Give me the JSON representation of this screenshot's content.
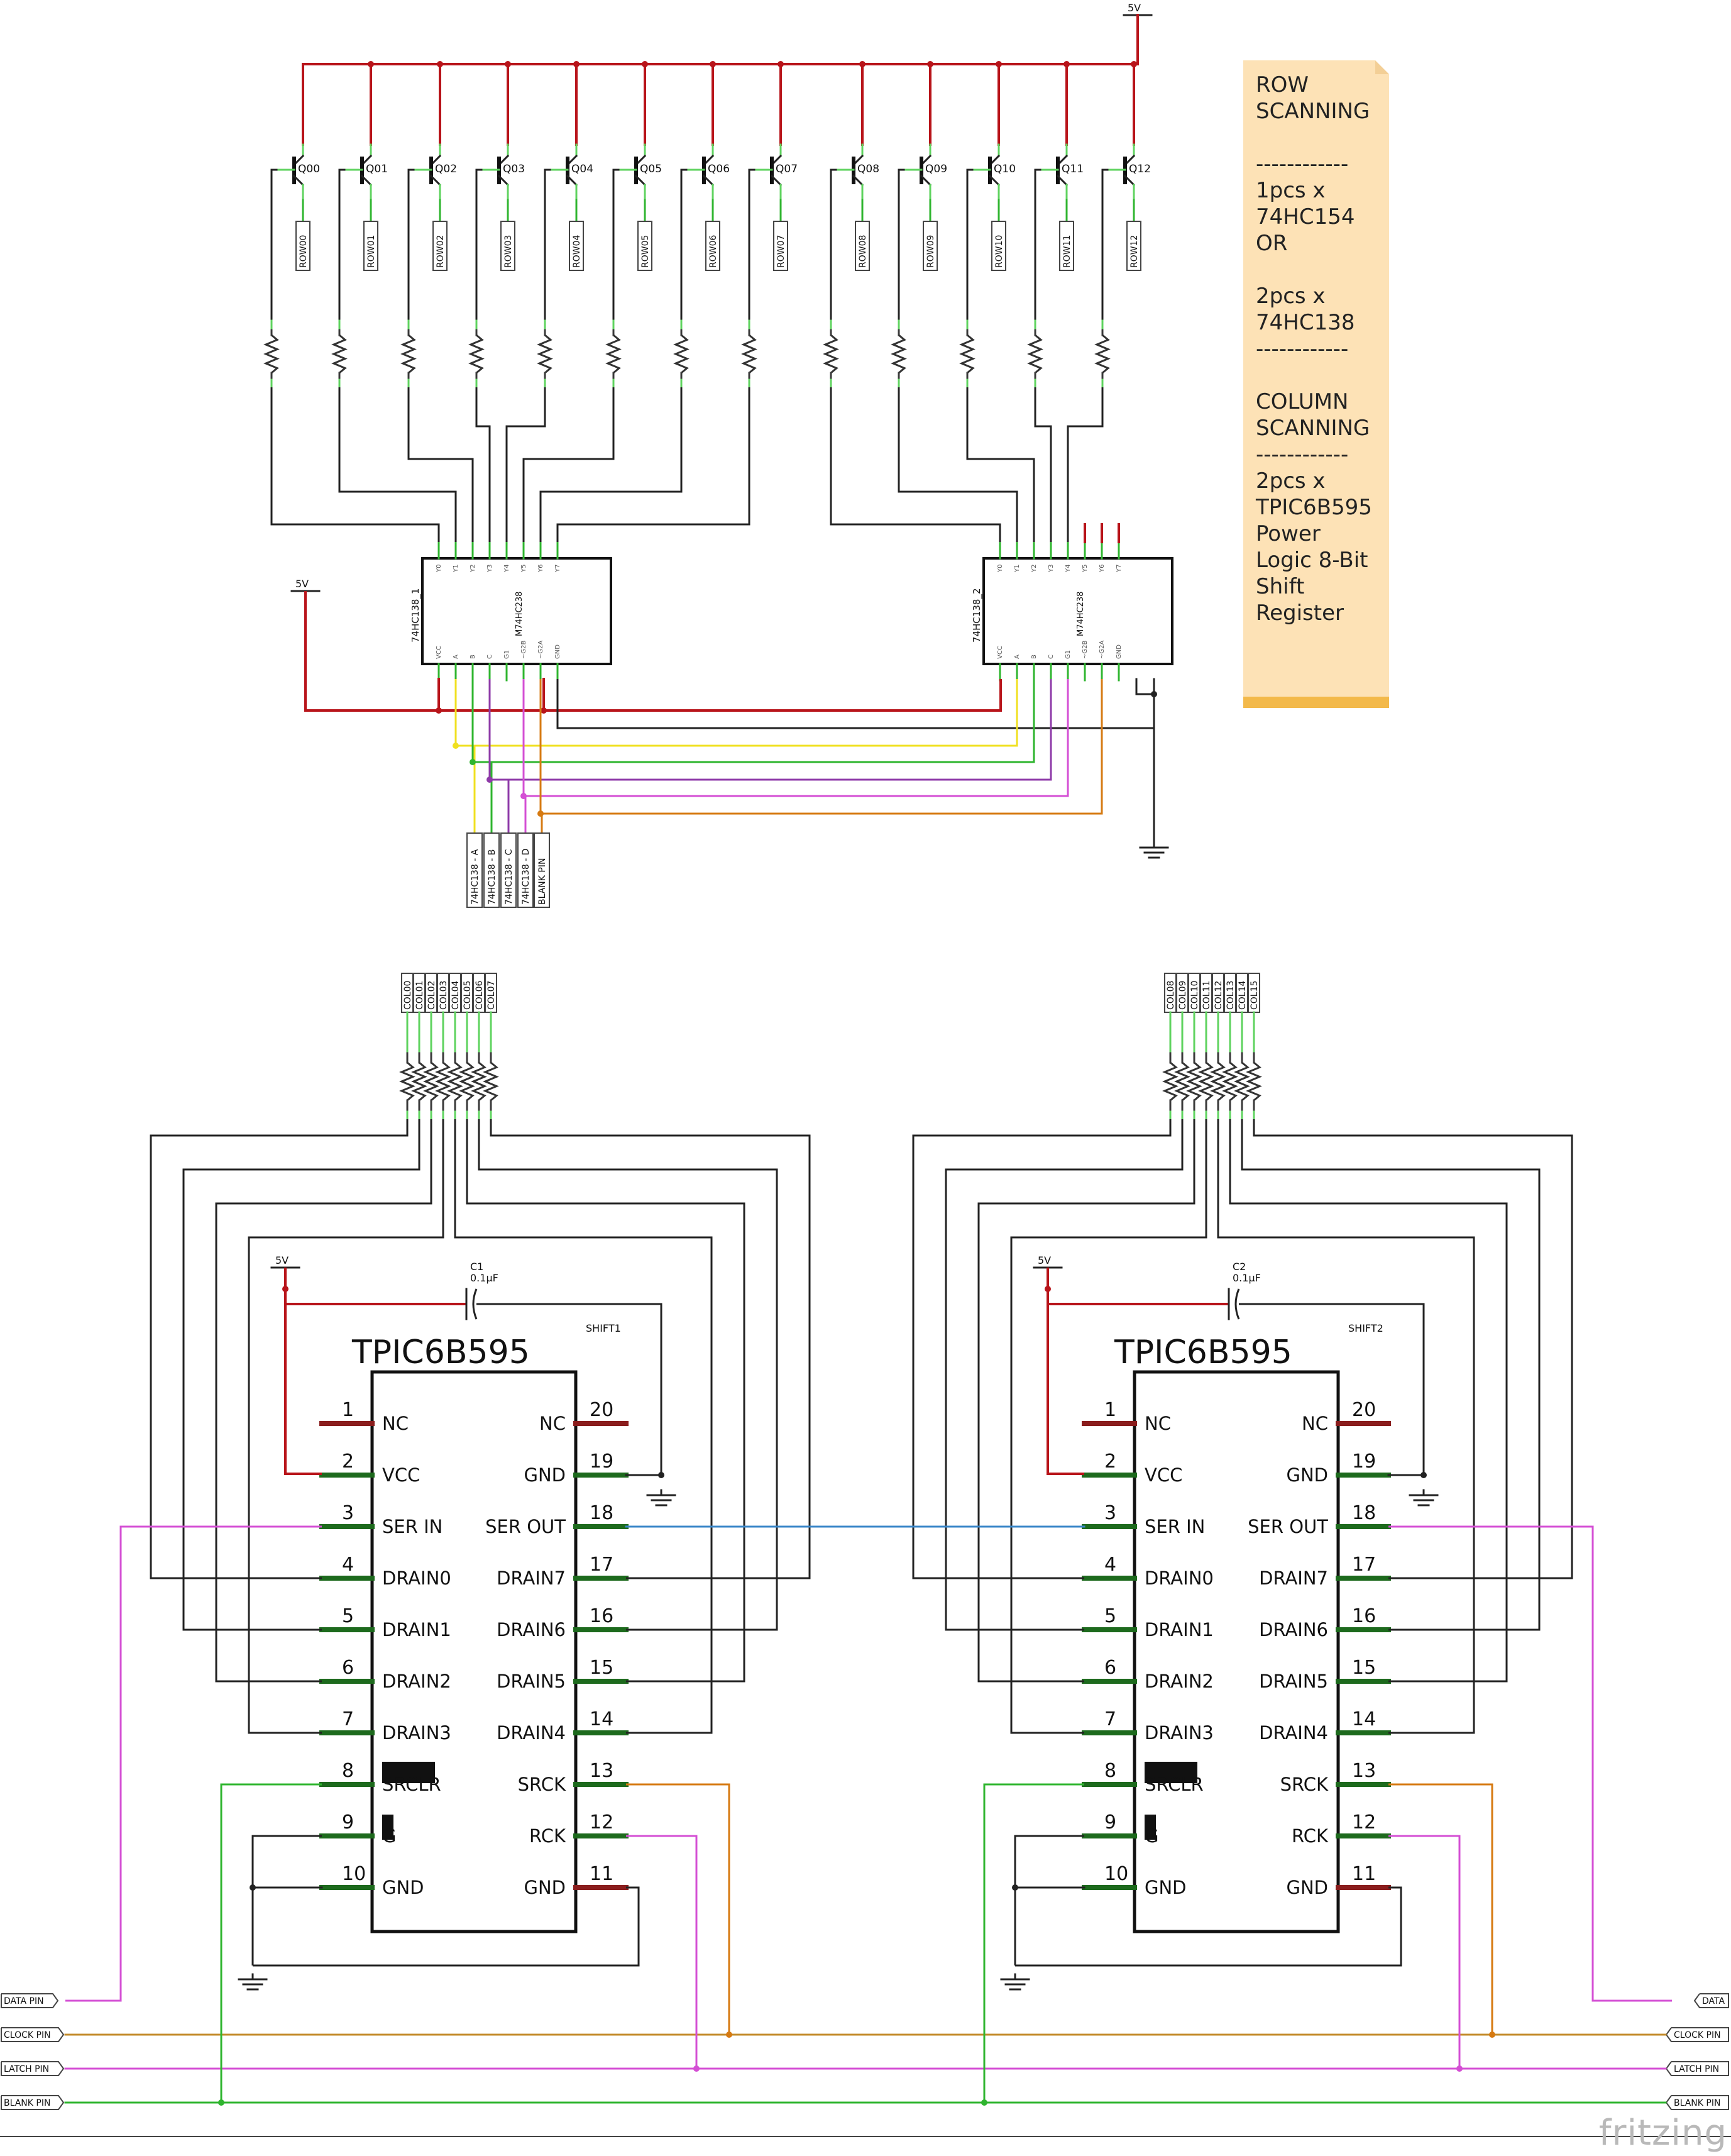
{
  "supply_label": "5V",
  "transistors": [
    "Q00",
    "Q01",
    "Q02",
    "Q03",
    "Q04",
    "Q05",
    "Q06",
    "Q07",
    "Q08",
    "Q09",
    "Q10",
    "Q11",
    "Q12"
  ],
  "rows": [
    "ROW00",
    "ROW01",
    "ROW02",
    "ROW03",
    "ROW04",
    "ROW05",
    "ROW06",
    "ROW07",
    "ROW08",
    "ROW09",
    "ROW10",
    "ROW11",
    "ROW12"
  ],
  "decoders": [
    {
      "ref": "74HC138_1",
      "part": "M74HC238",
      "top_pins": [
        "Y0",
        "Y1",
        "Y2",
        "Y3",
        "Y4",
        "Y5",
        "Y6",
        "Y7"
      ],
      "bottom_pins": [
        "VCC",
        "A",
        "B",
        "C",
        "G1",
        "~G2B",
        "~G2A",
        "GND"
      ]
    },
    {
      "ref": "74HC138_2",
      "part": "M74HC238",
      "top_pins": [
        "Y0",
        "Y1",
        "Y2",
        "Y3",
        "Y4",
        "Y5",
        "Y6",
        "Y7"
      ],
      "bottom_pins": [
        "VCC",
        "A",
        "B",
        "C",
        "G1",
        "~G2B",
        "~G2A",
        "GND"
      ]
    }
  ],
  "decoder_inputs": [
    "74HC138 - A",
    "74HC138 - B",
    "74HC138 - C",
    "74HC138 - D",
    "BLANK PIN"
  ],
  "note_lines": [
    "ROW",
    "SCANNING",
    "",
    "------------",
    "1pcs x",
    "74HC154",
    "OR",
    "",
    "2pcs x",
    "74HC138",
    "------------",
    "",
    "COLUMN",
    "SCANNING",
    "------------",
    "2pcs x",
    "TPIC6B595",
    "Power",
    "Logic 8-Bit",
    "Shift",
    "Register"
  ],
  "columns_left": [
    "COL00",
    "COL01",
    "COL02",
    "COL03",
    "COL04",
    "COL05",
    "COL06",
    "COL07"
  ],
  "columns_right": [
    "COL08",
    "COL09",
    "COL10",
    "COL11",
    "COL12",
    "COL13",
    "COL14",
    "COL15"
  ],
  "shift_registers": [
    {
      "ref": "SHIFT1",
      "cap_ref": "C1",
      "cap_value": "0.1µF",
      "title": "TPIC6B595"
    },
    {
      "ref": "SHIFT2",
      "cap_ref": "C2",
      "cap_value": "0.1µF",
      "title": "TPIC6B595"
    }
  ],
  "tpic_left_pins": [
    {
      "num": "1",
      "name": "NC"
    },
    {
      "num": "2",
      "name": "VCC"
    },
    {
      "num": "3",
      "name": "SER IN"
    },
    {
      "num": "4",
      "name": "DRAIN0"
    },
    {
      "num": "5",
      "name": "DRAIN1"
    },
    {
      "num": "6",
      "name": "DRAIN2"
    },
    {
      "num": "7",
      "name": "DRAIN3"
    },
    {
      "num": "8",
      "name": "SRCLR"
    },
    {
      "num": "9",
      "name": "G"
    },
    {
      "num": "10",
      "name": "GND"
    }
  ],
  "tpic_right_pins": [
    {
      "num": "20",
      "name": "NC"
    },
    {
      "num": "19",
      "name": "GND"
    },
    {
      "num": "18",
      "name": "SER OUT"
    },
    {
      "num": "17",
      "name": "DRAIN7"
    },
    {
      "num": "16",
      "name": "DRAIN6"
    },
    {
      "num": "15",
      "name": "DRAIN5"
    },
    {
      "num": "14",
      "name": "DRAIN4"
    },
    {
      "num": "13",
      "name": "SRCK"
    },
    {
      "num": "12",
      "name": "RCK"
    },
    {
      "num": "11",
      "name": "GND"
    }
  ],
  "left_net_labels": [
    "DATA PIN",
    "CLOCK PIN",
    "LATCH PIN",
    "BLANK PIN"
  ],
  "right_net_labels": [
    "DATA",
    "CLOCK PIN",
    "LATCH PIN",
    "BLANK PIN"
  ],
  "brand": "fritzing",
  "colors": {
    "power": "#b8141a",
    "signal_yellow": "#f0e020",
    "signal_green": "#2fb52f",
    "signal_purple": "#8e3aa8",
    "signal_magenta": "#d44fd4",
    "signal_orange": "#d67a12",
    "signal_blue": "#3a86c8",
    "note_bg": "#fde2b6",
    "note_bar": "#f3b94a"
  }
}
